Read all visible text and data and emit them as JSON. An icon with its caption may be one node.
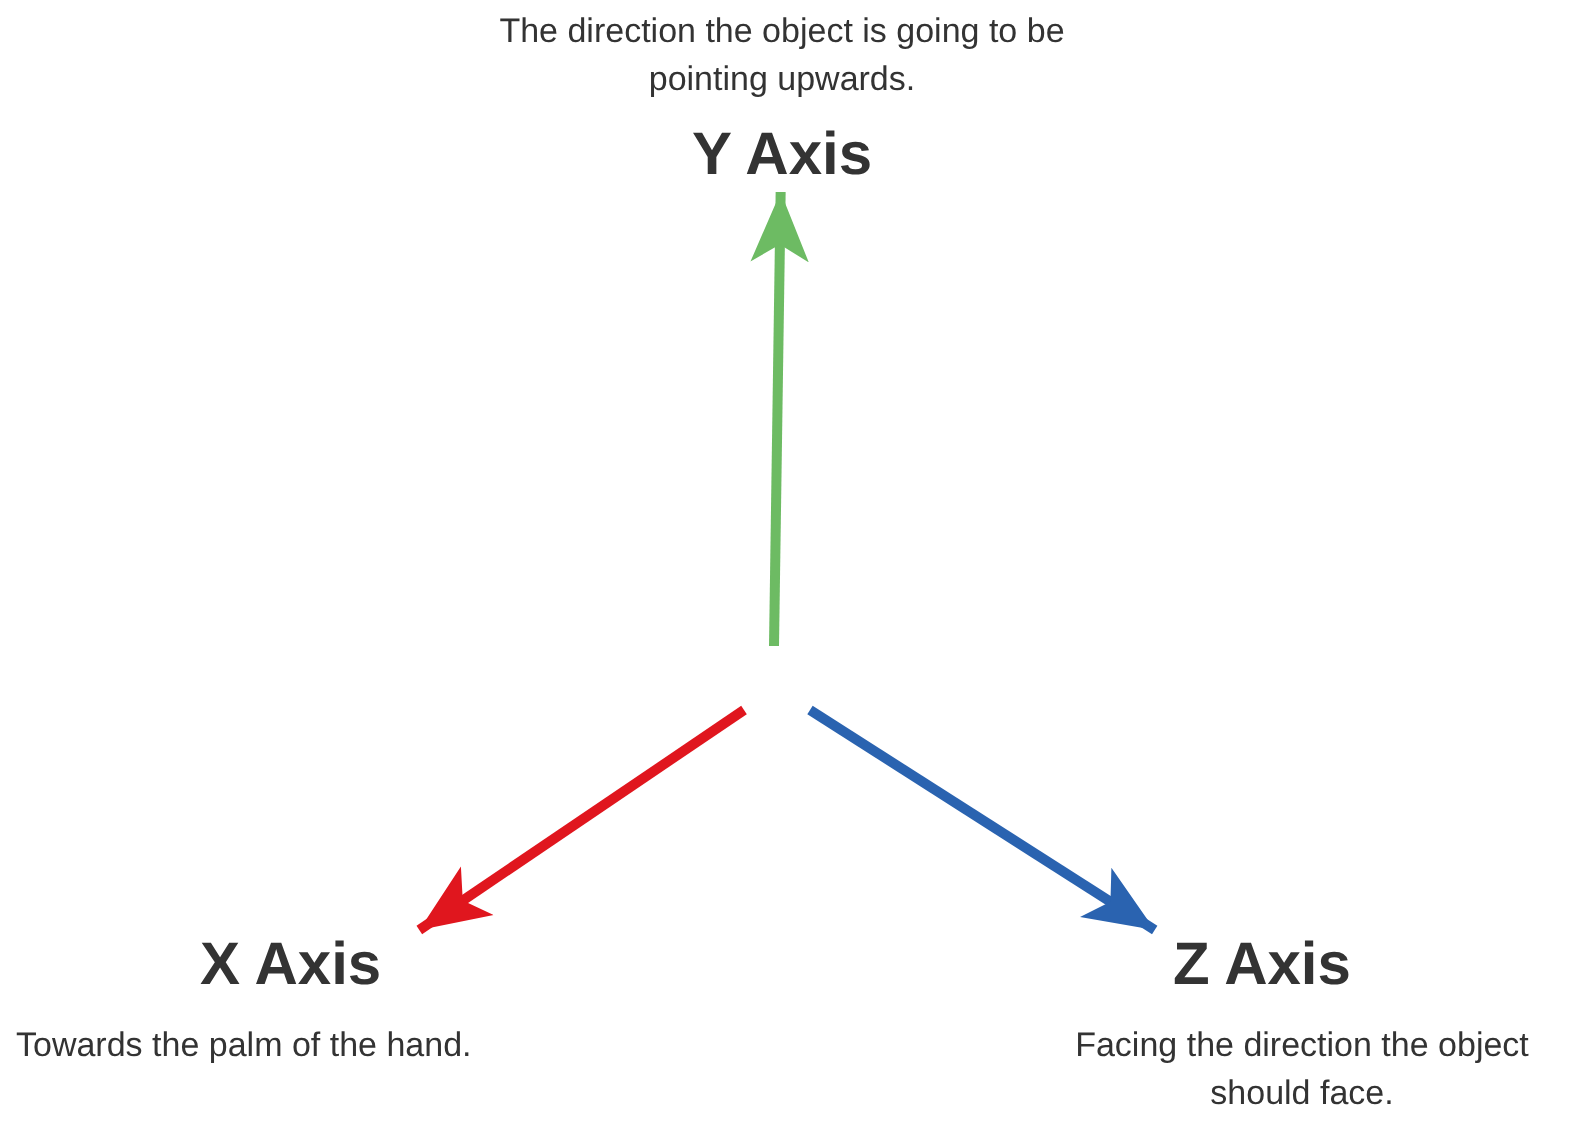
{
  "diagram": {
    "nodes": [
      {
        "text": [
          "The direction the object is going to be pointing upwards.",
          "Y Axis"
        ]
      },
      {
        "text": [
          "X Axis",
          "Towards the palm of the hand."
        ]
      },
      {
        "text": [
          "Z Axis",
          "Facing the direction the object should face."
        ]
      }
    ],
    "edges": [
      {
        "from": null,
        "to": 0,
        "arrow": "to",
        "color": "#6dbb63"
      },
      {
        "from": null,
        "to": 1,
        "arrow": "to",
        "color": "#e0161e"
      },
      {
        "from": null,
        "to": 2,
        "arrow": "to",
        "color": "#2a63b0"
      }
    ]
  }
}
